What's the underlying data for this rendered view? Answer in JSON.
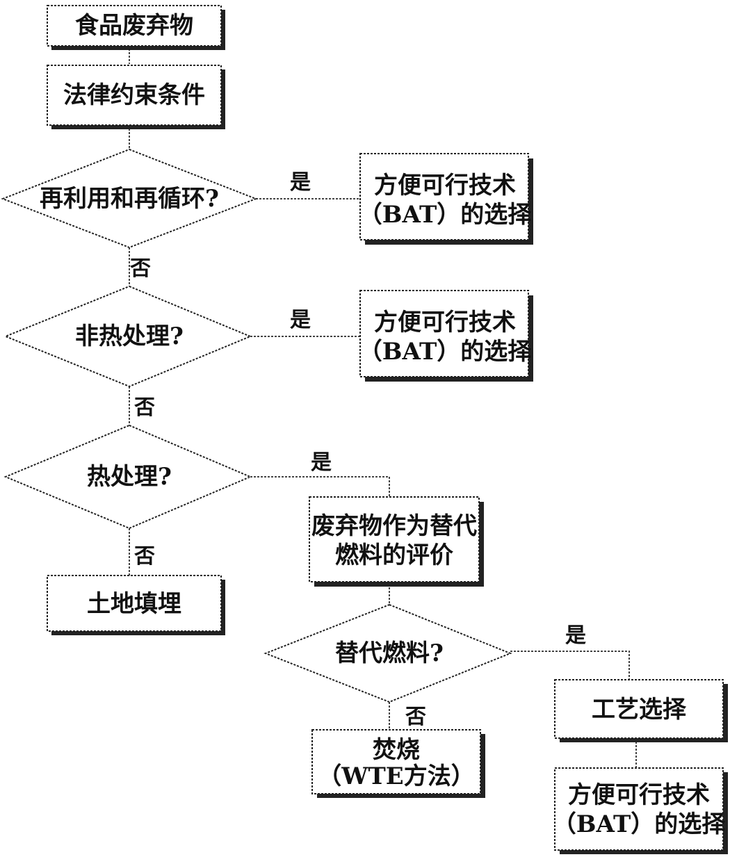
{
  "nodes": {
    "food_waste": "食品废弃物",
    "legal_constraints": "法律约束条件",
    "reuse_recycle": "再利用和再循环?",
    "bat_1": [
      "方便可行技术",
      "（BAT）的选择"
    ],
    "non_thermal": "非热处理?",
    "bat_2": [
      "方便可行技术",
      "（BAT）的选择"
    ],
    "thermal": "热处理?",
    "alt_fuel_eval": [
      "废弃物作为替代",
      "燃料的评价"
    ],
    "landfill": "土地填埋",
    "alt_fuel": "替代燃料?",
    "process_selection": "工艺选择",
    "incineration": [
      "焚烧",
      "（WTE方法）"
    ],
    "bat_3": [
      "方便可行技术",
      "（BAT）的选择"
    ]
  },
  "labels": {
    "yes": "是",
    "no": "否"
  }
}
